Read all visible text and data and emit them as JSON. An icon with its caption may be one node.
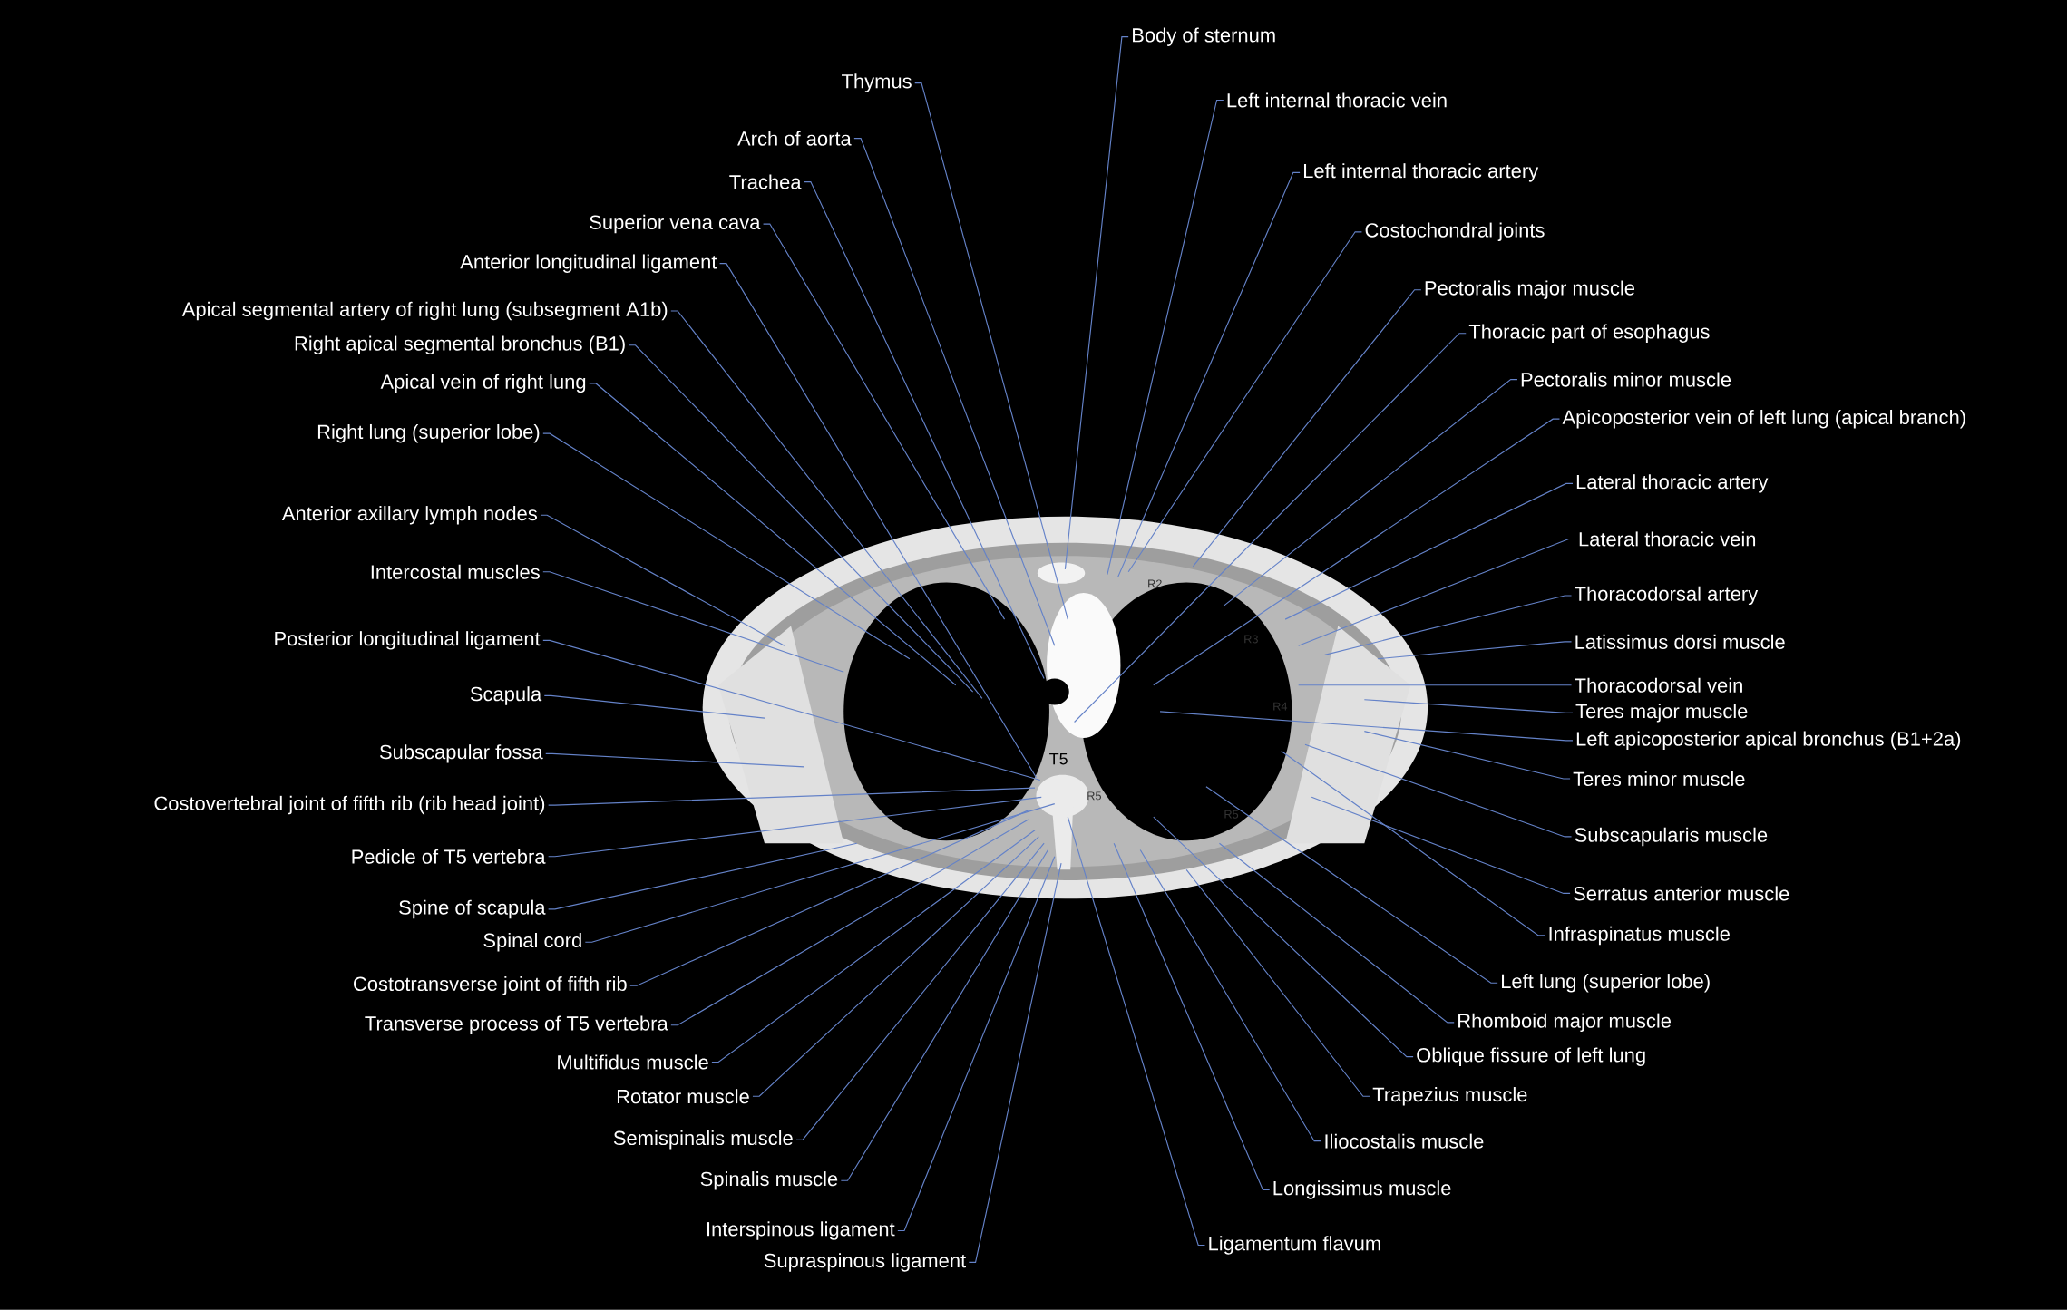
{
  "diagram": {
    "nodes": [
      {
        "text": [
          "Body of sternum"
        ]
      },
      {
        "text": [
          "Thymus"
        ]
      },
      {
        "text": [
          "Arch of aorta"
        ]
      },
      {
        "text": [
          "Trachea"
        ]
      },
      {
        "text": [
          "Superior vena cava"
        ]
      },
      {
        "text": [
          "Anterior longitudinal ligament"
        ]
      },
      {
        "text": [
          "Apical segmental artery of right lung (subsegment A1b)"
        ]
      },
      {
        "text": [
          "Right apical segmental bronchus (B1)"
        ]
      },
      {
        "text": [
          "Apical vein of right lung"
        ]
      },
      {
        "text": [
          "Right lung (superior lobe)"
        ]
      },
      {
        "text": [
          "Anterior axillary lymph nodes"
        ]
      },
      {
        "text": [
          "Intercostal muscles"
        ]
      },
      {
        "text": [
          "Posterior longitudinal ligament"
        ]
      },
      {
        "text": [
          "Scapula"
        ]
      },
      {
        "text": [
          "Subscapular fossa"
        ]
      },
      {
        "text": [
          "Costovertebral joint of fifth rib (rib head joint)"
        ]
      },
      {
        "text": [
          "Pedicle of T5 vertebra"
        ]
      },
      {
        "text": [
          "Spine of scapula"
        ]
      },
      {
        "text": [
          "Spinal cord"
        ]
      },
      {
        "text": [
          "Costotransverse joint of fifth rib"
        ]
      },
      {
        "text": [
          "Transverse process of T5 vertebra"
        ]
      },
      {
        "text": [
          "Multifidus muscle"
        ]
      },
      {
        "text": [
          "Rotator muscle"
        ]
      },
      {
        "text": [
          "Semispinalis muscle"
        ]
      },
      {
        "text": [
          "Spinalis muscle"
        ]
      },
      {
        "text": [
          "Interspinous ligament"
        ]
      },
      {
        "text": [
          "Supraspinous ligament"
        ]
      },
      {
        "text": [
          "Ligamentum flavum"
        ]
      },
      {
        "text": [
          "Longissimus muscle"
        ]
      },
      {
        "text": [
          "Iliocostalis muscle"
        ]
      },
      {
        "text": [
          "Trapezius muscle"
        ]
      },
      {
        "text": [
          "Oblique fissure of left lung"
        ]
      },
      {
        "text": [
          "Rhomboid major muscle"
        ]
      },
      {
        "text": [
          "Left lung (superior lobe)"
        ]
      },
      {
        "text": [
          "Infraspinatus muscle"
        ]
      },
      {
        "text": [
          "Serratus anterior muscle"
        ]
      },
      {
        "text": [
          "Subscapularis muscle"
        ]
      },
      {
        "text": [
          "Teres minor muscle"
        ]
      },
      {
        "text": [
          "Left apicoposterior apical bronchus (B1+2a)"
        ]
      },
      {
        "text": [
          "Teres major muscle"
        ]
      },
      {
        "text": [
          "Thoracodorsal vein"
        ]
      },
      {
        "text": [
          "Latissimus dorsi muscle"
        ]
      },
      {
        "text": [
          "Thoracodorsal artery"
        ]
      },
      {
        "text": [
          "Lateral thoracic vein"
        ]
      },
      {
        "text": [
          "Lateral thoracic artery"
        ]
      },
      {
        "text": [
          "Apicoposterior vein of left lung (apical branch)"
        ]
      },
      {
        "text": [
          "Pectoralis minor muscle"
        ]
      },
      {
        "text": [
          "Thoracic part of esophagus"
        ]
      },
      {
        "text": [
          "Pectoralis major muscle"
        ]
      },
      {
        "text": [
          "Costochondral joints"
        ]
      },
      {
        "text": [
          "Left internal thoracic artery"
        ]
      },
      {
        "text": [
          "Left internal thoracic vein"
        ]
      }
    ],
    "edges": [
      {
        "from": 0,
        "to": null,
        "arrow": "none"
      },
      {
        "from": 1,
        "to": null,
        "arrow": "none"
      },
      {
        "from": 2,
        "to": null,
        "arrow": "none"
      },
      {
        "from": 3,
        "to": null,
        "arrow": "none"
      },
      {
        "from": 4,
        "to": null,
        "arrow": "none"
      },
      {
        "from": 5,
        "to": null,
        "arrow": "none"
      },
      {
        "from": 6,
        "to": null,
        "arrow": "none"
      },
      {
        "from": 7,
        "to": null,
        "arrow": "none"
      },
      {
        "from": 8,
        "to": null,
        "arrow": "none"
      },
      {
        "from": 9,
        "to": null,
        "arrow": "none"
      },
      {
        "from": 10,
        "to": null,
        "arrow": "none"
      },
      {
        "from": 11,
        "to": null,
        "arrow": "none"
      },
      {
        "from": 12,
        "to": null,
        "arrow": "none"
      },
      {
        "from": 13,
        "to": null,
        "arrow": "none"
      },
      {
        "from": 14,
        "to": null,
        "arrow": "none"
      },
      {
        "from": 15,
        "to": null,
        "arrow": "none"
      },
      {
        "from": 16,
        "to": null,
        "arrow": "none"
      },
      {
        "from": 17,
        "to": null,
        "arrow": "none"
      },
      {
        "from": 18,
        "to": null,
        "arrow": "none"
      },
      {
        "from": 19,
        "to": null,
        "arrow": "none"
      },
      {
        "from": 20,
        "to": null,
        "arrow": "none"
      },
      {
        "from": 21,
        "to": null,
        "arrow": "none"
      },
      {
        "from": 22,
        "to": null,
        "arrow": "none"
      },
      {
        "from": 23,
        "to": null,
        "arrow": "none"
      },
      {
        "from": 24,
        "to": null,
        "arrow": "none"
      },
      {
        "from": 25,
        "to": null,
        "arrow": "none"
      },
      {
        "from": 26,
        "to": null,
        "arrow": "none"
      },
      {
        "from": 27,
        "to": null,
        "arrow": "none"
      },
      {
        "from": 28,
        "to": null,
        "arrow": "none"
      },
      {
        "from": 29,
        "to": null,
        "arrow": "none"
      },
      {
        "from": 30,
        "to": null,
        "arrow": "none"
      },
      {
        "from": 31,
        "to": null,
        "arrow": "none"
      },
      {
        "from": 32,
        "to": null,
        "arrow": "none"
      },
      {
        "from": 33,
        "to": null,
        "arrow": "none"
      },
      {
        "from": 34,
        "to": null,
        "arrow": "none"
      },
      {
        "from": 35,
        "to": null,
        "arrow": "none"
      },
      {
        "from": 36,
        "to": null,
        "arrow": "none"
      },
      {
        "from": 37,
        "to": null,
        "arrow": "none"
      },
      {
        "from": 38,
        "to": null,
        "arrow": "none"
      },
      {
        "from": 39,
        "to": null,
        "arrow": "none"
      },
      {
        "from": 40,
        "to": null,
        "arrow": "none"
      },
      {
        "from": 41,
        "to": null,
        "arrow": "none"
      },
      {
        "from": 42,
        "to": null,
        "arrow": "none"
      },
      {
        "from": 43,
        "to": null,
        "arrow": "none"
      },
      {
        "from": 44,
        "to": null,
        "arrow": "none"
      },
      {
        "from": 45,
        "to": null,
        "arrow": "none"
      },
      {
        "from": 46,
        "to": null,
        "arrow": "none"
      },
      {
        "from": 47,
        "to": null,
        "arrow": "none"
      },
      {
        "from": 48,
        "to": null,
        "arrow": "none"
      },
      {
        "from": 49,
        "to": null,
        "arrow": "none"
      },
      {
        "from": 50,
        "to": null,
        "arrow": "none"
      },
      {
        "from": 51,
        "to": null,
        "arrow": "none"
      }
    ],
    "labels": [
      "R2",
      "R3",
      "R4",
      "T5",
      "R5",
      "R5"
    ]
  }
}
